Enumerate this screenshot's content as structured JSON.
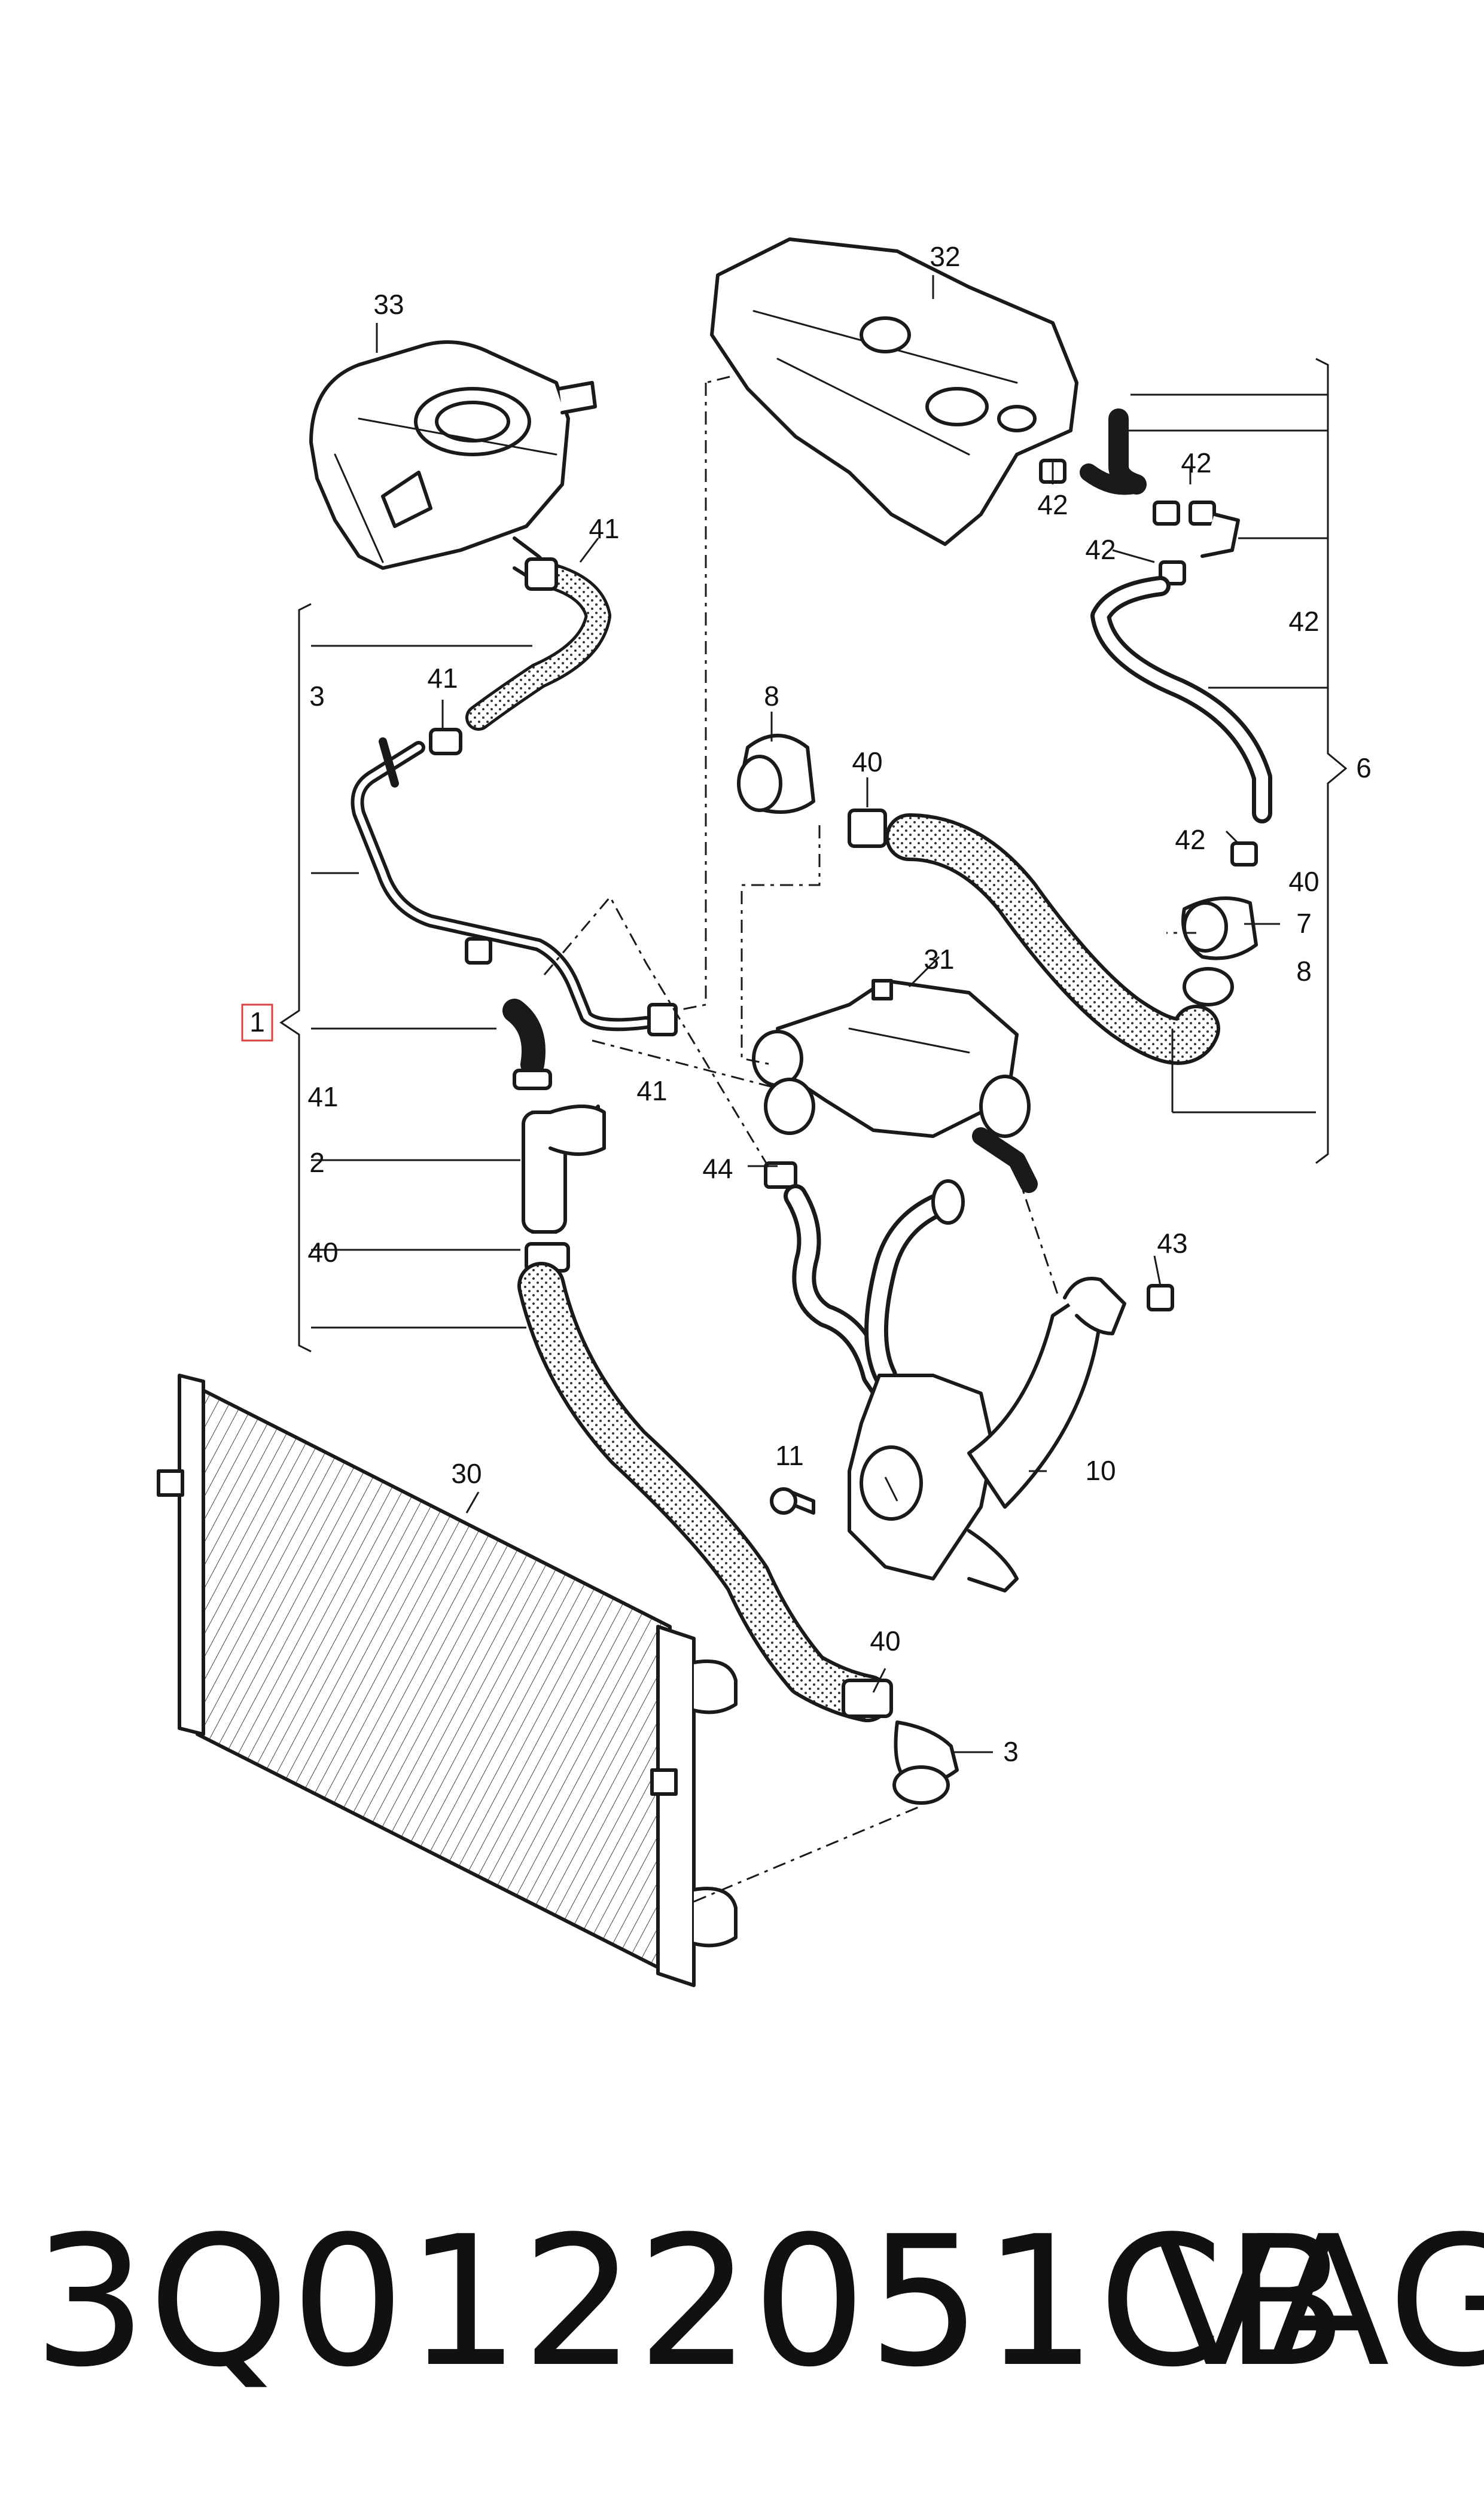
{
  "colors": {
    "line": "#1a1a1a",
    "part_fill": "#ffffff",
    "hose_dots": "#333333",
    "callout_highlight": "#d94040"
  },
  "callouts": {
    "c1": "1",
    "c2": "2",
    "c3a": "3",
    "c3b": "3",
    "c6": "6",
    "c7": "7",
    "c8a": "8",
    "c8b": "8",
    "c10": "10",
    "c11": "11",
    "c30": "30",
    "c31": "31",
    "c32": "32",
    "c33": "33",
    "c40a": "40",
    "c40b": "40",
    "c40c": "40",
    "c40d": "40",
    "c41a": "41",
    "c41b": "41",
    "c41c": "41",
    "c41d": "41",
    "c42a": "42",
    "c42b": "42",
    "c42c": "42",
    "c42d": "42",
    "c42e": "42",
    "c43": "43",
    "c44": "44"
  },
  "footer": {
    "part_number": "3Q0122051CB",
    "brand": "VAG"
  }
}
